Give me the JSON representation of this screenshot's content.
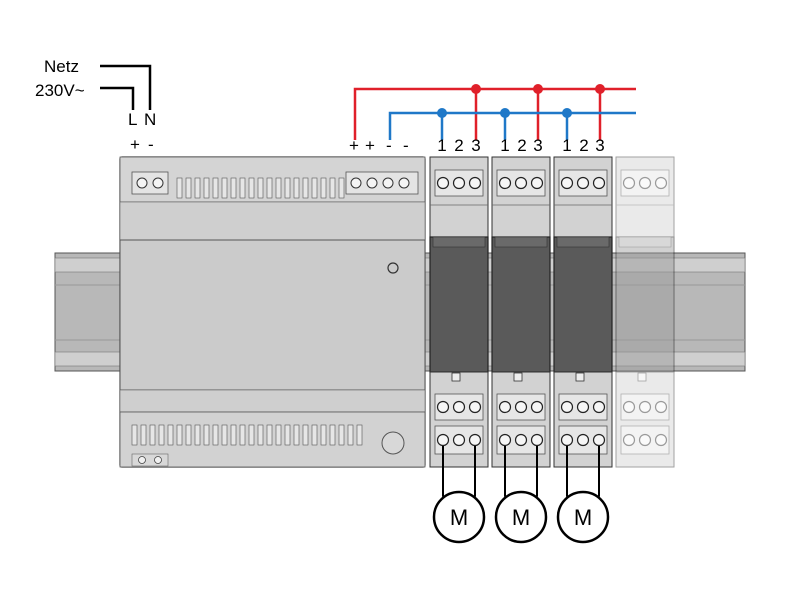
{
  "supply": {
    "title": "Netz",
    "voltage": "230V~",
    "l_label": "L",
    "n_label": "N",
    "plus": "+",
    "minus": "-"
  },
  "bus_terminals": {
    "plus1": "+",
    "plus2": "+",
    "minus1": "-",
    "minus2": "-"
  },
  "channel_terminals": [
    "1",
    "2",
    "3"
  ],
  "motor_label": "M",
  "colors": {
    "red_wire": "#e0202a",
    "blue_wire": "#1f78c8",
    "black_wire": "#000000",
    "housing": "#c8c8c8",
    "module_dark": "#5a5a5a",
    "module_faded": "#dcdcdc"
  }
}
